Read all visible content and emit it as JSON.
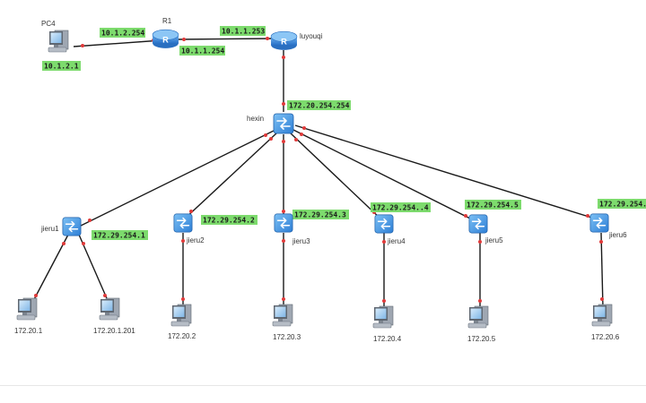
{
  "devices": {
    "pc4": {
      "name": "PC4",
      "ip": "10.1.2.1"
    },
    "r1": {
      "name": "R1",
      "ip_left": "10.1.2.254",
      "ip_right": "10.1.1.254"
    },
    "luyouqi": {
      "name": "luyouqi",
      "ip": "10.1.1.253"
    },
    "hexin": {
      "name": "hexin",
      "ip": "172.20.254.254"
    },
    "jieru1": {
      "name": "jieru1",
      "ip": "172.29.254.1"
    },
    "jieru2": {
      "name": "jieru2",
      "ip": "172.29.254.2"
    },
    "jieru3": {
      "name": "jieru3",
      "ip": "172.29.254.3"
    },
    "jieru4": {
      "name": "jieru4",
      "ip": "172.29.254..4"
    },
    "jieru5": {
      "name": "jieru5",
      "ip": "172.29.254.5"
    },
    "jieru6": {
      "name": "jieru6",
      "ip": "172.29.254."
    }
  },
  "hosts": {
    "h1": "172.20.1",
    "h1b": "172.20.1.201",
    "h2": "172.20.2",
    "h3": "172.20.3",
    "h4": "172.20.4",
    "h5": "172.20.5",
    "h6": "172.20.6"
  },
  "colors": {
    "ip_label_bg": "#7ddb6d",
    "router": "#3a8be0",
    "switch": "#4a96e6",
    "link": "#1a1a1a",
    "port_dot": "#e03a3a"
  },
  "icons": {
    "router": "router-icon",
    "switch": "switch-icon",
    "pc": "pc-icon"
  }
}
